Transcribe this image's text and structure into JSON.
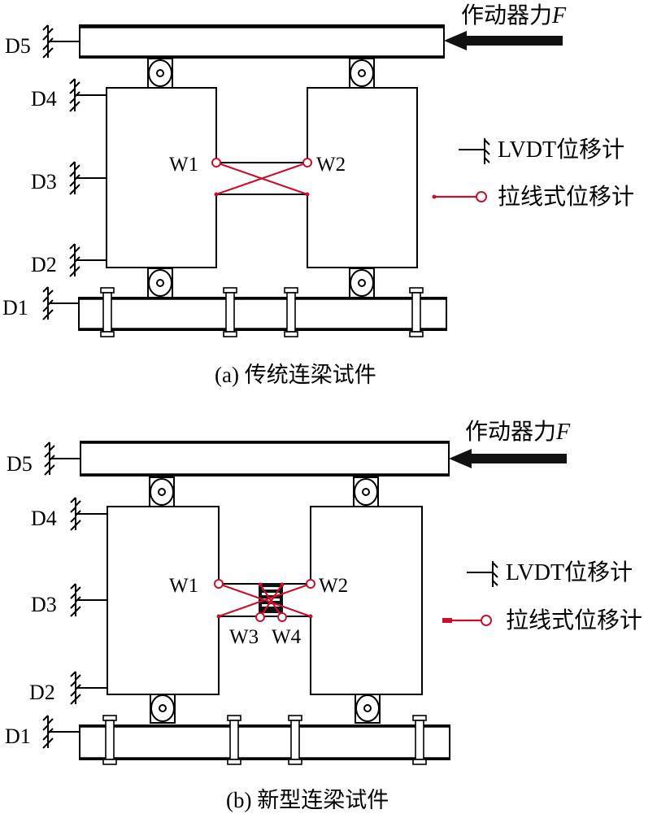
{
  "colors": {
    "line": "#000000",
    "wire_sensor": "#c8102e",
    "background": "#ffffff"
  },
  "panels": [
    {
      "id": "a",
      "caption": "(a) 传统连梁试件",
      "force_label": "作动器力",
      "force_symbol": "F",
      "lvdt_labels": [
        "D5",
        "D4",
        "D3",
        "D2",
        "D1"
      ],
      "wire_labels": [
        "W1",
        "W2"
      ],
      "legend": {
        "lvdt": "LVDT位移计",
        "wire": "拉线式位移计"
      }
    },
    {
      "id": "b",
      "caption": "(b) 新型连梁试件",
      "force_label": "作动器力",
      "force_symbol": "F",
      "lvdt_labels": [
        "D5",
        "D4",
        "D3",
        "D2",
        "D1"
      ],
      "wire_labels": [
        "W1",
        "W2",
        "W3",
        "W4"
      ],
      "legend": {
        "lvdt": "LVDT位移计",
        "wire": "拉线式位移计"
      }
    }
  ]
}
